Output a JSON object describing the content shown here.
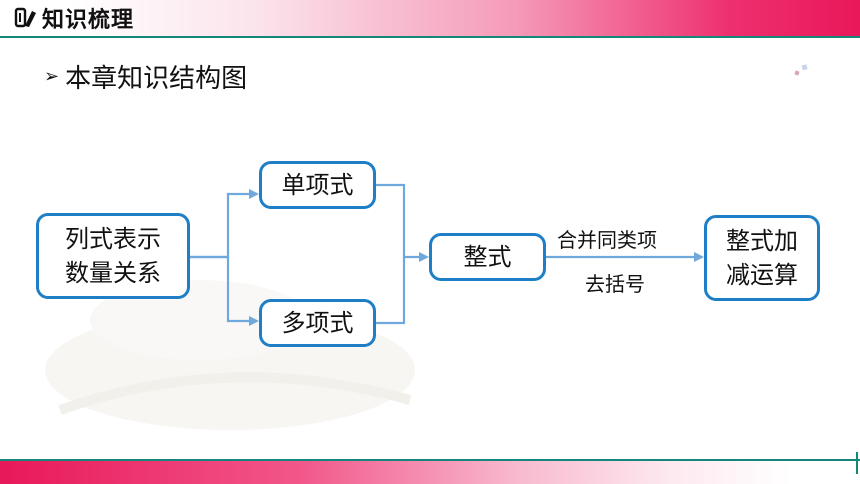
{
  "header": {
    "title": "知识梳理",
    "icon": "book-icon"
  },
  "subtitle": {
    "text": "本章知识结构图",
    "bullet": "arrow-bullet-icon"
  },
  "colors": {
    "accent": "#1f7fc6",
    "arrow": "#6fa8dc",
    "banner": "#e8185a",
    "rule": "#14867a"
  },
  "diagram": {
    "nodes": {
      "source": {
        "line1": "列式表示",
        "line2": "数量关系"
      },
      "monomial": {
        "label": "单项式"
      },
      "polynomial": {
        "label": "多项式"
      },
      "integral": {
        "label": "整式"
      },
      "operation": {
        "line1": "整式加",
        "line2": "减运算"
      }
    },
    "edge_labels": {
      "above": "合并同类项",
      "below": "去括号"
    }
  }
}
